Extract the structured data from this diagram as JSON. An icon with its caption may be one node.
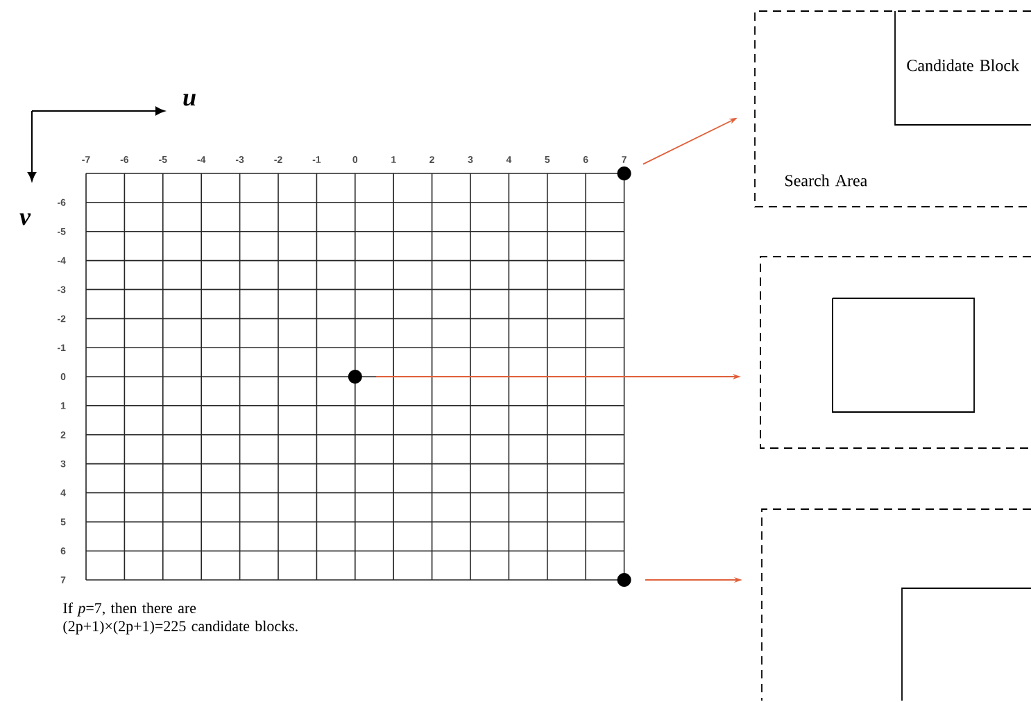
{
  "diagram": {
    "nodes": [
      {
        "text": [],
        "shape": "circle"
      },
      {
        "text": [],
        "shape": "circle"
      },
      {
        "text": [],
        "shape": "circle"
      },
      {
        "text": [
          "Search Area"
        ]
      },
      {
        "text": [
          "Candidate Block"
        ],
        "in": 3
      },
      {
        "text": [],
        "shape": "box"
      },
      {
        "text": [],
        "shape": "box",
        "in": 5
      },
      {
        "text": [],
        "shape": "box"
      },
      {
        "text": [],
        "shape": "box",
        "in": 7
      }
    ],
    "edges": [
      {
        "from": 0,
        "to": 3,
        "arrow": "to"
      },
      {
        "from": 1,
        "to": 5,
        "arrow": "to"
      },
      {
        "from": 2,
        "to": 7,
        "arrow": "to"
      }
    ],
    "labels": [
      "u",
      "-7",
      "-6",
      "-5",
      "-4",
      "-3",
      "-2",
      "-1",
      "0",
      "1",
      "2",
      "3",
      "4",
      "5",
      "6",
      "7",
      "v",
      "-6",
      "-5",
      "-4",
      "-3",
      "-2",
      "-1",
      "0",
      "1",
      "2",
      "3",
      "4",
      "5",
      "6",
      "7",
      "If *p*=7, then there are (2p+1)×(2p+1)=225 candidate blocks."
    ]
  }
}
